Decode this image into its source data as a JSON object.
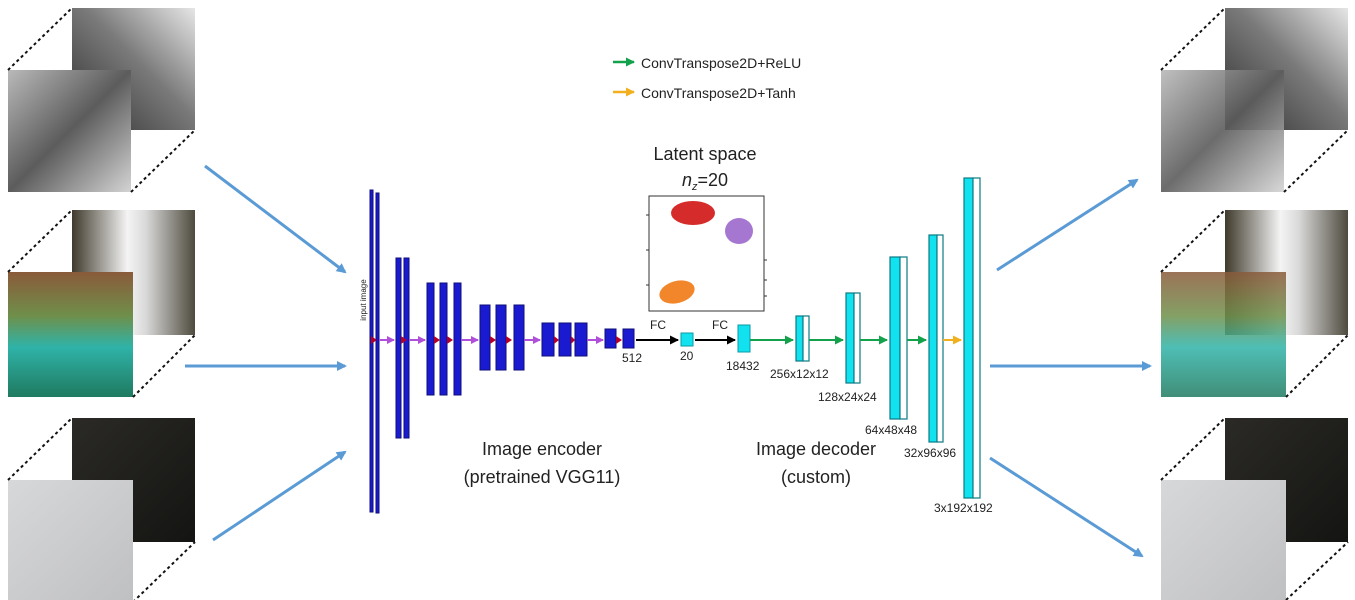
{
  "legend": {
    "relu": {
      "label": "ConvTranspose2D+ReLU",
      "color": "#14a14b"
    },
    "tanh": {
      "label": "ConvTranspose2D+Tanh",
      "color": "#f2b01e"
    }
  },
  "latent": {
    "title": "Latent space",
    "nz_symbol": "n",
    "nz_sub": "z",
    "nz_value": "=20",
    "clusters": [
      {
        "color": "#d42020"
      },
      {
        "color": "#a070cf"
      },
      {
        "color": "#f08020"
      }
    ]
  },
  "encoder": {
    "input_label": "input image",
    "title": "Image encoder",
    "subtitle": "(pretrained VGG11)",
    "block_color": "#1a1ad0",
    "output_dim": "512"
  },
  "fc": {
    "fc1_label": "FC",
    "fc2_label": "FC",
    "latent_dim": "20",
    "fc2_dim": "18432"
  },
  "decoder": {
    "title": "Image decoder",
    "subtitle": "(custom)",
    "block_color": "#12e1f0",
    "dims": [
      "256x12x12",
      "128x24x24",
      "64x48x48",
      "32x96x96",
      "3x192x192"
    ]
  },
  "colors": {
    "pool_arrow": "#b04fd8",
    "pool_tip": "#b0002a",
    "flow_arrow": "#5b9bd5",
    "black_arrow": "#000000"
  },
  "inputs": [
    "lena-mandrill-gray",
    "waterfall-color",
    "toys-color"
  ],
  "outputs": [
    "lena-mandrill-reconstruction",
    "waterfall-reconstruction",
    "toys-reconstruction"
  ]
}
